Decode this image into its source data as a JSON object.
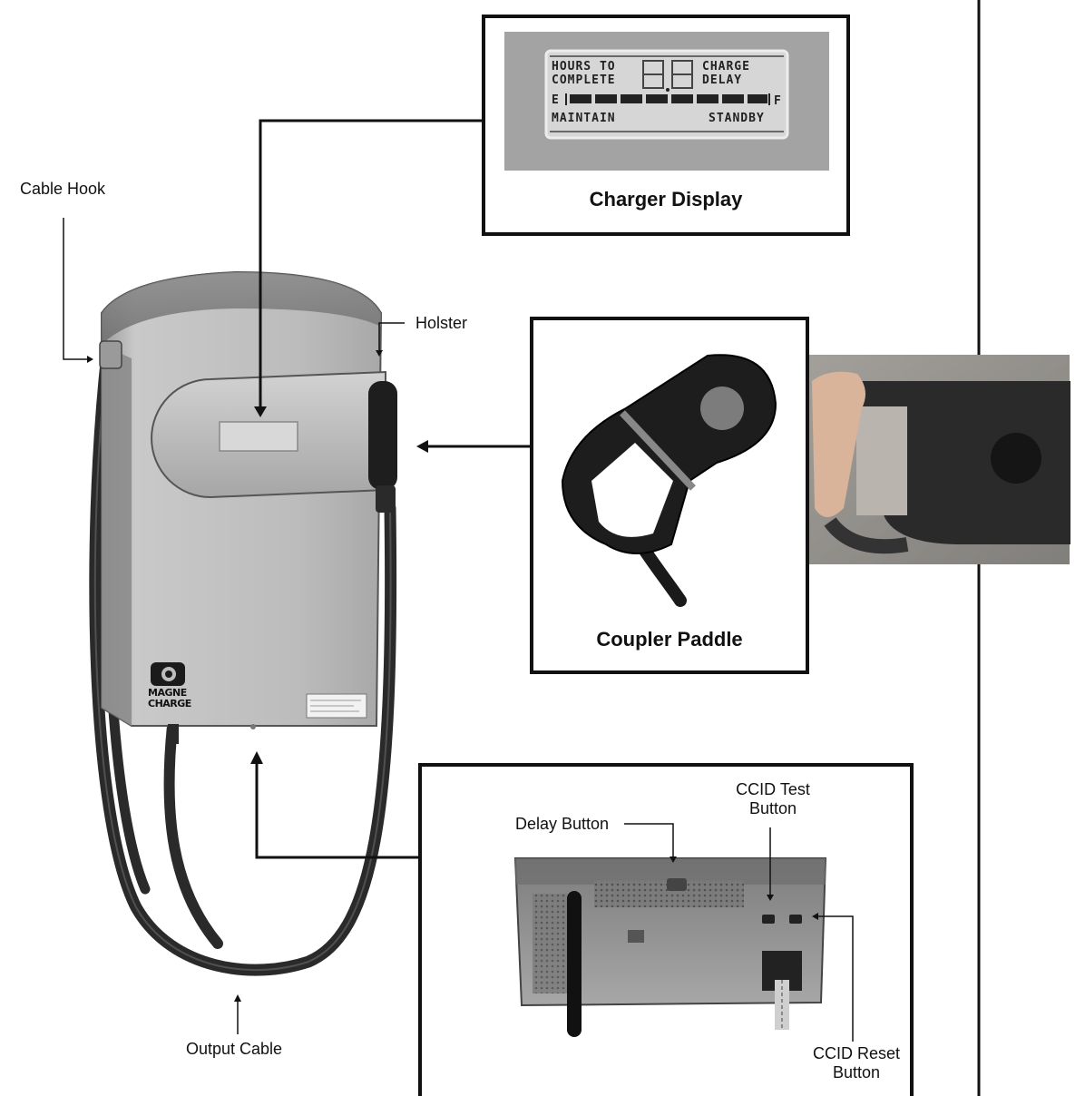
{
  "labels": {
    "cable_hook": "Cable Hook",
    "holster": "Holster",
    "output_cable": "Output Cable",
    "delay_button": "Delay Button",
    "ccid_test_line1": "CCID Test",
    "ccid_test_line2": "Button",
    "ccid_reset_line1": "CCID Reset",
    "ccid_reset_line2": "Button"
  },
  "charger_display": {
    "title": "Charger Display",
    "hours_to": "HOURS TO",
    "complete": "COMPLETE",
    "charge": "CHARGE",
    "delay": "DELAY",
    "empty": "E",
    "full": "F",
    "maintain": "MAINTAIN",
    "standby": "STANDBY"
  },
  "coupler": {
    "title": "Coupler Paddle"
  },
  "logo": {
    "line1": "MAGNE",
    "line2": "CHARGE"
  },
  "colors": {
    "line": "#111111",
    "charger_body": "#bdbdbd",
    "lcd_background": "#d6d6d6",
    "display_panel": "#a3a3a3"
  }
}
